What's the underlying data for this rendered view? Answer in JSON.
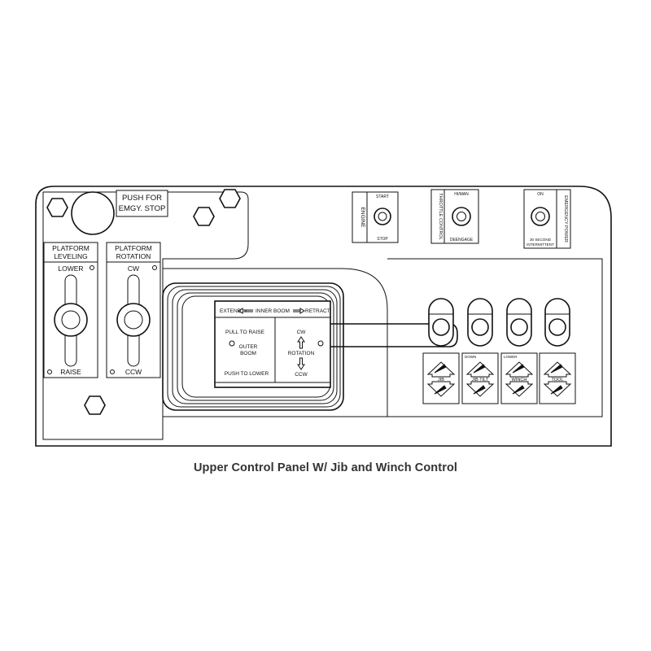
{
  "caption": "Upper Control Panel W/ Jib and Winch Control",
  "emergency_stop": {
    "label_1": "PUSH FOR",
    "label_2": "EMGY. STOP"
  },
  "platform_leveling": {
    "title_1": "PLATFORM",
    "title_2": "LEVELING",
    "top": "LOWER",
    "bottom": "RAISE"
  },
  "platform_rotation": {
    "title_1": "PLATFORM",
    "title_2": "ROTATION",
    "top": "CW",
    "bottom": "CCW"
  },
  "engine": {
    "side_label": "ENGINE",
    "top": "START",
    "bottom": "STOP"
  },
  "throttle": {
    "side_label": "THROTTLE CONTROL",
    "top": "HI/MAN",
    "bottom": "DEENGAGE"
  },
  "emergency_power": {
    "side_label": "EMERGENCY POWER",
    "top": "ON",
    "bottom_1": "30 SECOND",
    "bottom_2": "INTERMITTENT"
  },
  "joystick": {
    "extend": "EXTEND",
    "inner_boom": "INNER BOOM",
    "retract": "RETRACT",
    "pull_to_raise": "PULL TO RAISE",
    "outer_boom_1": "OUTER",
    "outer_boom_2": "BOOM",
    "push_to_lower": "PUSH TO LOWER",
    "cw": "CW",
    "rotation": "ROTATION",
    "ccw": "CCW"
  },
  "levers": {
    "labels": [
      "JIB",
      "JIB TILT",
      "WINCH",
      "TOOL"
    ],
    "top_labels": [
      "",
      "DOWN",
      "LOWER",
      ""
    ]
  }
}
